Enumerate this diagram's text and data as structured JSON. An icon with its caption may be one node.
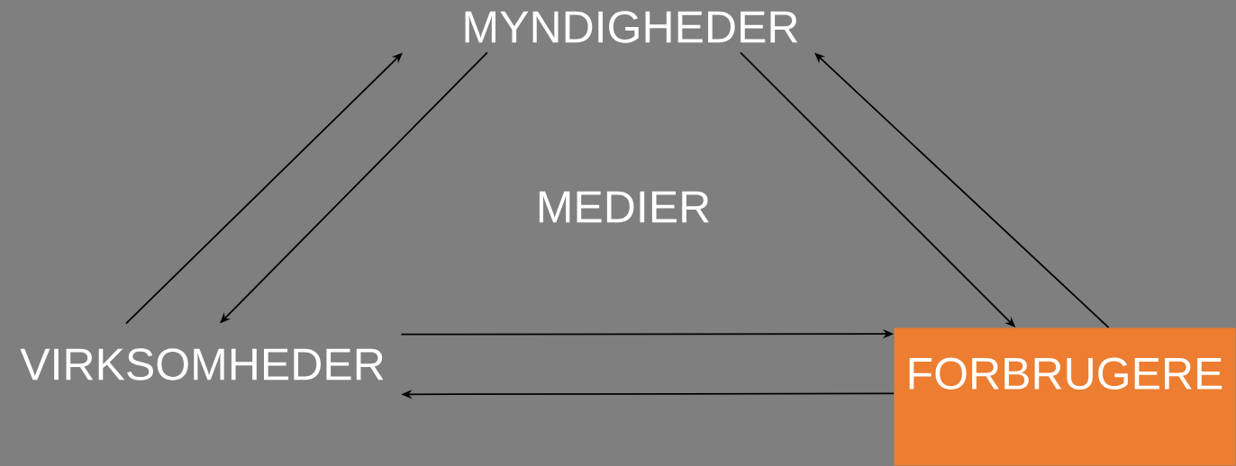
{
  "diagram": {
    "nodes": [
      {
        "text": [
          "MYNDIGHEDER"
        ]
      },
      {
        "text": [
          "VIRKSOMHEDER"
        ]
      },
      {
        "text": [
          "FORBRUGERE"
        ]
      }
    ],
    "edges": [
      {
        "from": 1,
        "to": 0,
        "arrow": "to"
      },
      {
        "from": 0,
        "to": 1,
        "arrow": "to"
      },
      {
        "from": 0,
        "to": 2,
        "arrow": "to"
      },
      {
        "from": 2,
        "to": 0,
        "arrow": "to"
      },
      {
        "from": 1,
        "to": 2,
        "arrow": "to"
      },
      {
        "from": 2,
        "to": 1,
        "arrow": "to"
      }
    ],
    "labels": [
      "MEDIER"
    ]
  }
}
